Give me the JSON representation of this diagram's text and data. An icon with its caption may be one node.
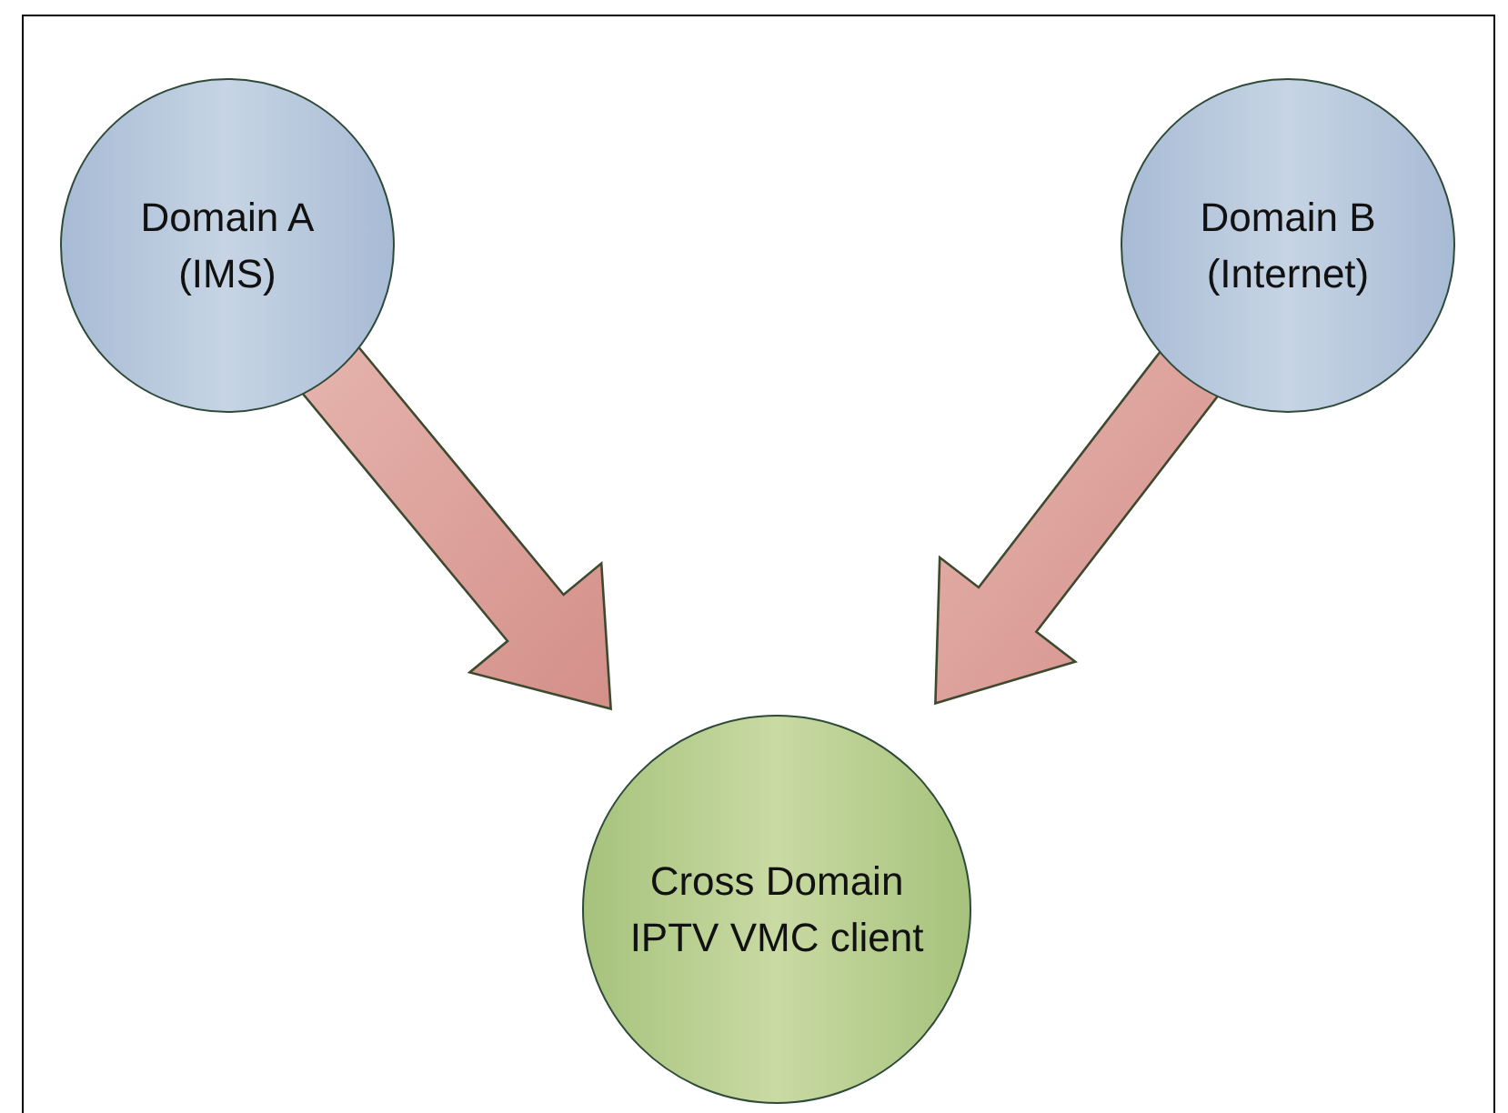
{
  "diagram": {
    "nodes": [
      {
        "text": [
          "Domain A (IMS)"
        ]
      },
      {
        "text": [
          "Domain B (Internet)"
        ]
      },
      {
        "text": [
          "Cross Domain IPTV VMC client"
        ]
      }
    ],
    "edges": [
      {
        "from": 0,
        "to": 2,
        "arrow": "to"
      },
      {
        "from": 1,
        "to": 2,
        "arrow": "to"
      }
    ]
  }
}
